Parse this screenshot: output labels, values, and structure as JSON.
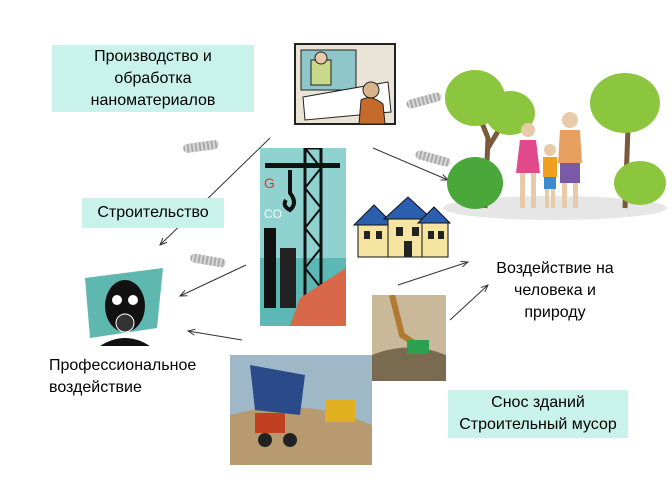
{
  "nodes": {
    "production": "Производство  и обработка наноматериалов",
    "construction": "Строительство",
    "impact_human_nature": "Воздействие на человека и природу",
    "occupational": "Профессиональное воздействие",
    "demolition_line1": "Снос зданий",
    "demolition_line2": "Строительный мусор"
  },
  "colors": {
    "box_fill": "#c9f3ea",
    "arrow": "#333333"
  }
}
